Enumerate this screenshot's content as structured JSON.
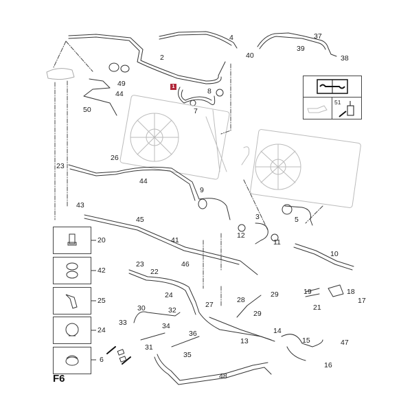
{
  "diagram": {
    "figure_label": "F6",
    "highlighted_part": "1",
    "highlight_color": "#b0283a",
    "line_color": "#333333",
    "faded_color": "#bbbbbb",
    "info_box": {
      "icon": "book-wrench-icon",
      "left_icon": "oil-can-icon",
      "right_icon": "sealant-bottle-icon",
      "right_label": "51"
    },
    "inset_boxes": [
      {
        "label": "20",
        "icon": "bolt-icon"
      },
      {
        "label": "42",
        "icon": "clamp-pair-icon"
      },
      {
        "label": "25",
        "icon": "bracket-icon"
      },
      {
        "label": "24",
        "icon": "retainer-icon"
      },
      {
        "label": "6",
        "icon": "hose-clip-icon"
      }
    ],
    "callouts": [
      {
        "id": "2",
        "text": "2"
      },
      {
        "id": "4",
        "text": "4"
      },
      {
        "id": "37",
        "text": "37"
      },
      {
        "id": "39",
        "text": "39"
      },
      {
        "id": "40",
        "text": "40"
      },
      {
        "id": "38",
        "text": "38"
      },
      {
        "id": "49",
        "text": "49"
      },
      {
        "id": "44a",
        "text": "44"
      },
      {
        "id": "50",
        "text": "50"
      },
      {
        "id": "8",
        "text": "8"
      },
      {
        "id": "7",
        "text": "7"
      },
      {
        "id": "26",
        "text": "26"
      },
      {
        "id": "23a",
        "text": "23"
      },
      {
        "id": "44b",
        "text": "44"
      },
      {
        "id": "9",
        "text": "9"
      },
      {
        "id": "43",
        "text": "43"
      },
      {
        "id": "45",
        "text": "45"
      },
      {
        "id": "41",
        "text": "41"
      },
      {
        "id": "3",
        "text": "3"
      },
      {
        "id": "12",
        "text": "12"
      },
      {
        "id": "11",
        "text": "11"
      },
      {
        "id": "5",
        "text": "5"
      },
      {
        "id": "10",
        "text": "10"
      },
      {
        "id": "23b",
        "text": "23"
      },
      {
        "id": "22",
        "text": "22"
      },
      {
        "id": "46",
        "text": "46"
      },
      {
        "id": "24",
        "text": "24"
      },
      {
        "id": "27",
        "text": "27"
      },
      {
        "id": "28",
        "text": "28"
      },
      {
        "id": "29a",
        "text": "29"
      },
      {
        "id": "29b",
        "text": "29"
      },
      {
        "id": "30",
        "text": "30"
      },
      {
        "id": "32",
        "text": "32"
      },
      {
        "id": "33",
        "text": "33"
      },
      {
        "id": "34",
        "text": "34"
      },
      {
        "id": "31",
        "text": "31"
      },
      {
        "id": "36",
        "text": "36"
      },
      {
        "id": "35",
        "text": "35"
      },
      {
        "id": "13",
        "text": "13"
      },
      {
        "id": "14",
        "text": "14"
      },
      {
        "id": "15",
        "text": "15"
      },
      {
        "id": "47",
        "text": "47"
      },
      {
        "id": "16",
        "text": "16"
      },
      {
        "id": "19",
        "text": "19"
      },
      {
        "id": "21",
        "text": "21"
      },
      {
        "id": "18",
        "text": "18"
      },
      {
        "id": "17",
        "text": "17"
      },
      {
        "id": "48",
        "text": "48"
      }
    ]
  }
}
